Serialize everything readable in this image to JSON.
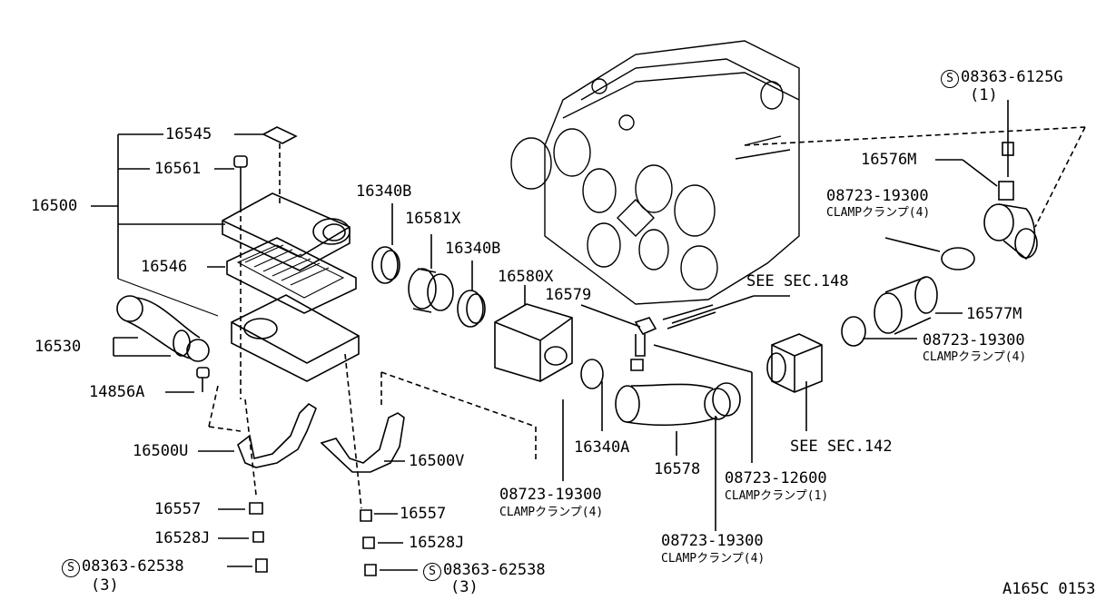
{
  "labels": {
    "p16545": "16545",
    "p16561": "16561",
    "p16500": "16500",
    "p16546": "16546",
    "p16530": "16530",
    "p14856A": "14856A",
    "p16500U": "16500U",
    "p16557a": "16557",
    "p16528Ja": "16528J",
    "p08363_62538a": "08363-62538",
    "p08363_62538a_qty": "(3)",
    "p16340B_a": "16340B",
    "p16581X": "16581X",
    "p16340B_b": "16340B",
    "p16580X": "16580X",
    "p16579": "16579",
    "p16340A": "16340A",
    "p16578": "16578",
    "p16500V": "16500V",
    "p16557b": "16557",
    "p16528Jb": "16528J",
    "p08363_62538b": "08363-62538",
    "p08363_62538b_qty": "(3)",
    "p08723_19300_a": "08723-19300",
    "p08723_19300_a_desc": "CLAMPクランプ(4)",
    "p08723_19300_b": "08723-19300",
    "p08723_19300_b_desc": "CLAMPクランプ(4)",
    "p08723_12600": "08723-12600",
    "p08723_12600_desc": "CLAMPクランプ(1)",
    "see148": "SEE SEC.148",
    "see142": "SEE SEC.142",
    "p16577M": "16577M",
    "p08723_19300_c": "08723-19300",
    "p08723_19300_c_desc": "CLAMPクランプ(4)",
    "p08723_19300_d": "08723-19300",
    "p08723_19300_d_desc": "CLAMPクランプ(4)",
    "p16576M": "16576M",
    "p08363_6125G": "08363-6125G",
    "p08363_6125G_qty": "(1)",
    "s_symbol": "S",
    "diagram_code": "A165C 0153"
  }
}
